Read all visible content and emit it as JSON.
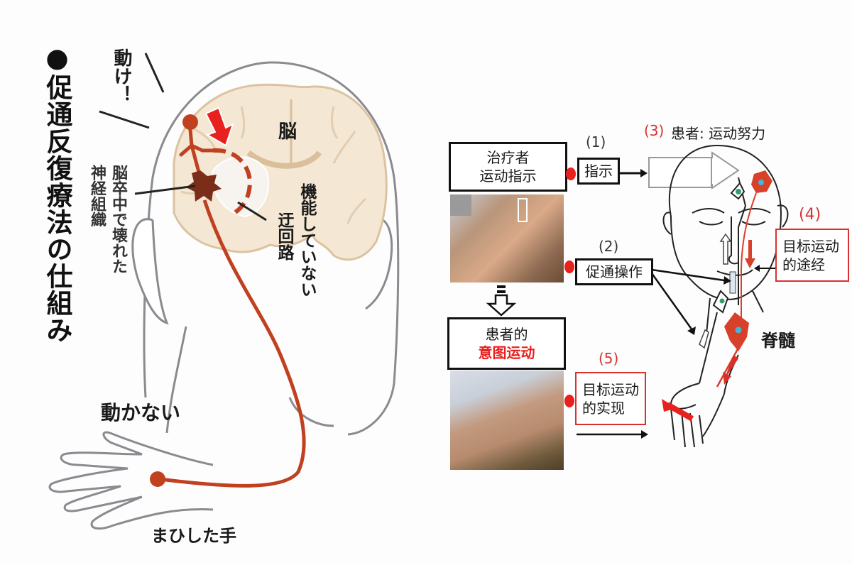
{
  "left_panel": {
    "title": "●促通反復療法の仕組み",
    "callouts": {
      "command": "動け！",
      "brain": "脳",
      "damaged_tissue_line1": "脳卒中で壊れた",
      "damaged_tissue_line2": "神経組織",
      "unused_pathway_line1": "機能していない",
      "unused_pathway_line2": "迂回路",
      "hand_state": "動かない",
      "hand_label": "まひした手"
    }
  },
  "right_panel": {
    "steps": [
      {
        "number": "(1)",
        "label": "指示",
        "color": "#1a1a1a"
      },
      {
        "number": "(2)",
        "label": "促通操作",
        "color": "#1a1a1a"
      },
      {
        "number": "(3)",
        "label": "患者: 运动努力",
        "color": "#d93030"
      },
      {
        "number": "(4)",
        "label_line1": "目标运动",
        "label_line2": "的途经",
        "color": "#d93030"
      },
      {
        "number": "(5)",
        "label_line1": "目标运动",
        "label_line2": "的实现",
        "color": "#d93030"
      }
    ],
    "therapist_box": {
      "line1": "治疗者",
      "line2": "运动指示"
    },
    "patient_box": {
      "line1": "患者的",
      "line2": "意图运动"
    },
    "spinal_label": "脊髓"
  },
  "colors": {
    "nerve_red": "#c0401f",
    "accent_red": "#e8201e",
    "box_red": "#d93030",
    "brain_tan": "#f3e6d3",
    "brain_outline": "#d9bf9a",
    "damage_brown": "#7a2e1a",
    "outline_gray": "#8a8a90"
  }
}
